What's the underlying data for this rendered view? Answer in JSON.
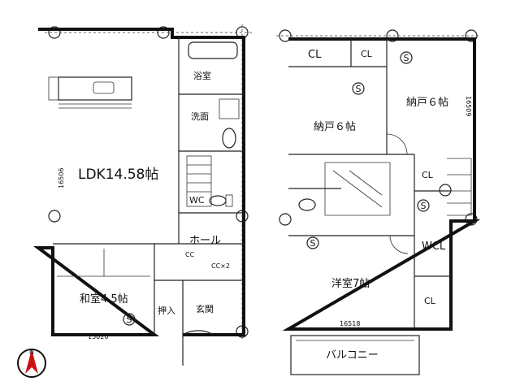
{
  "floor1": {
    "ldk": "LDK14.58帖",
    "bath": "浴室",
    "wash": "洗面",
    "wc": "WC",
    "hall": "ホール",
    "washitsu": "和室4.5帖",
    "oshiire": "押入",
    "genkan": "玄関",
    "dim_bottom": "15020",
    "dim_left": "16506",
    "cc_hall": "CC",
    "cc2": "CC×2"
  },
  "floor2": {
    "cl_a": "CL",
    "cl_b": "CL",
    "nando1": "納戸６帖",
    "nando2": "納戸６帖",
    "cl_c": "CL",
    "wcl": "WCL",
    "cl_d": "CL",
    "youshitsu": "洋室7帖",
    "balcony": "バルコニー",
    "dim_bottom": "16518",
    "dim_right": "16509"
  },
  "compass": {
    "label": "N",
    "color": "#cc1111"
  },
  "symbols": {
    "smoke_detector": "S"
  },
  "colors": {
    "wall": "#111111",
    "background": "#ffffff"
  }
}
